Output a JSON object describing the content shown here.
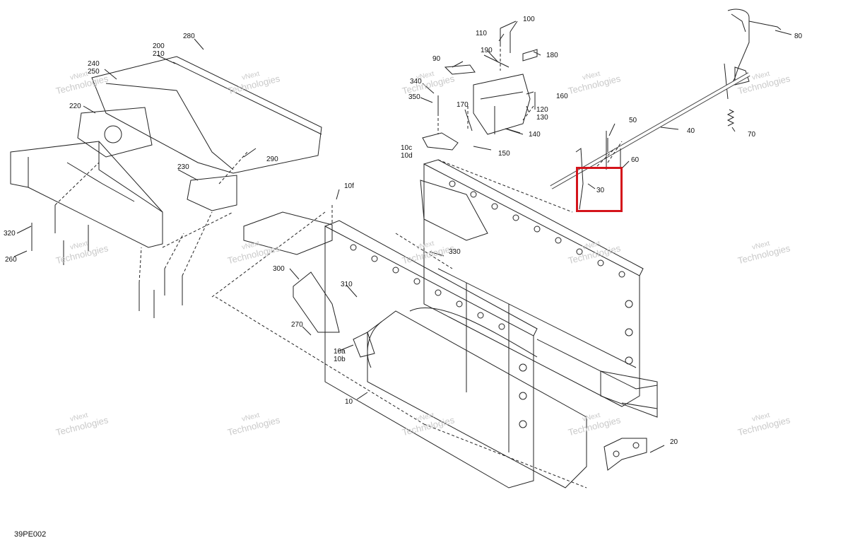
{
  "diagram": {
    "reference": "39PE002",
    "watermark": {
      "line1": "vNext",
      "line2": "Technologies"
    },
    "highlight_color": "#d4141b",
    "callouts": [
      "100",
      "110",
      "190",
      "180",
      "80",
      "90",
      "340",
      "350",
      "120",
      "130",
      "160",
      "170",
      "140",
      "10c",
      "10d",
      "150",
      "50",
      "40",
      "70",
      "60",
      "30",
      "280",
      "200",
      "210",
      "240",
      "250",
      "220",
      "290",
      "230",
      "320",
      "260",
      "10f",
      "330",
      "300",
      "310",
      "270",
      "10a",
      "10b",
      "10",
      "20"
    ],
    "highlighted_callout": "30"
  }
}
